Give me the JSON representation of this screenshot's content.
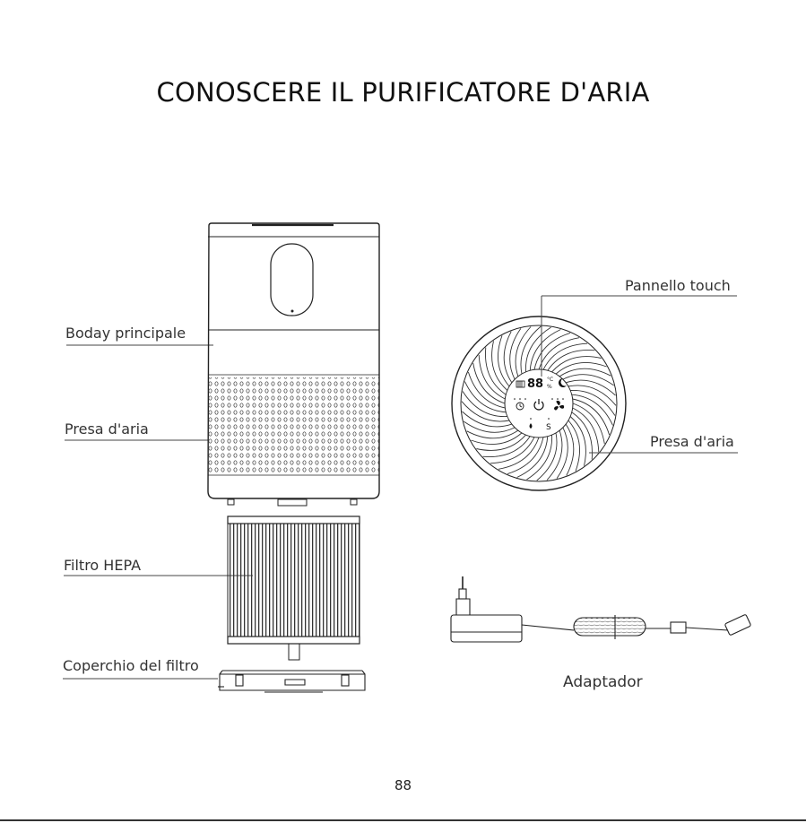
{
  "page": {
    "title": "CONOSCERE IL PURIFICATORE D'ARIA",
    "page_number": "88"
  },
  "labels": {
    "main_body": "Boday principale",
    "air_intake_left": "Presa d'aria",
    "hepa_filter": "Filtro HEPA",
    "filter_cover": "Coperchio del filtro",
    "touch_panel": "Pannello touch",
    "air_intake_right": "Presa d'aria",
    "adapter": "Adaptador"
  },
  "panel": {
    "display": "88",
    "unit_c": "°C",
    "unit_pct": "%"
  },
  "icons": [
    "power-icon",
    "fan-icon",
    "timer-icon",
    "moon-icon",
    "plug-icon"
  ]
}
